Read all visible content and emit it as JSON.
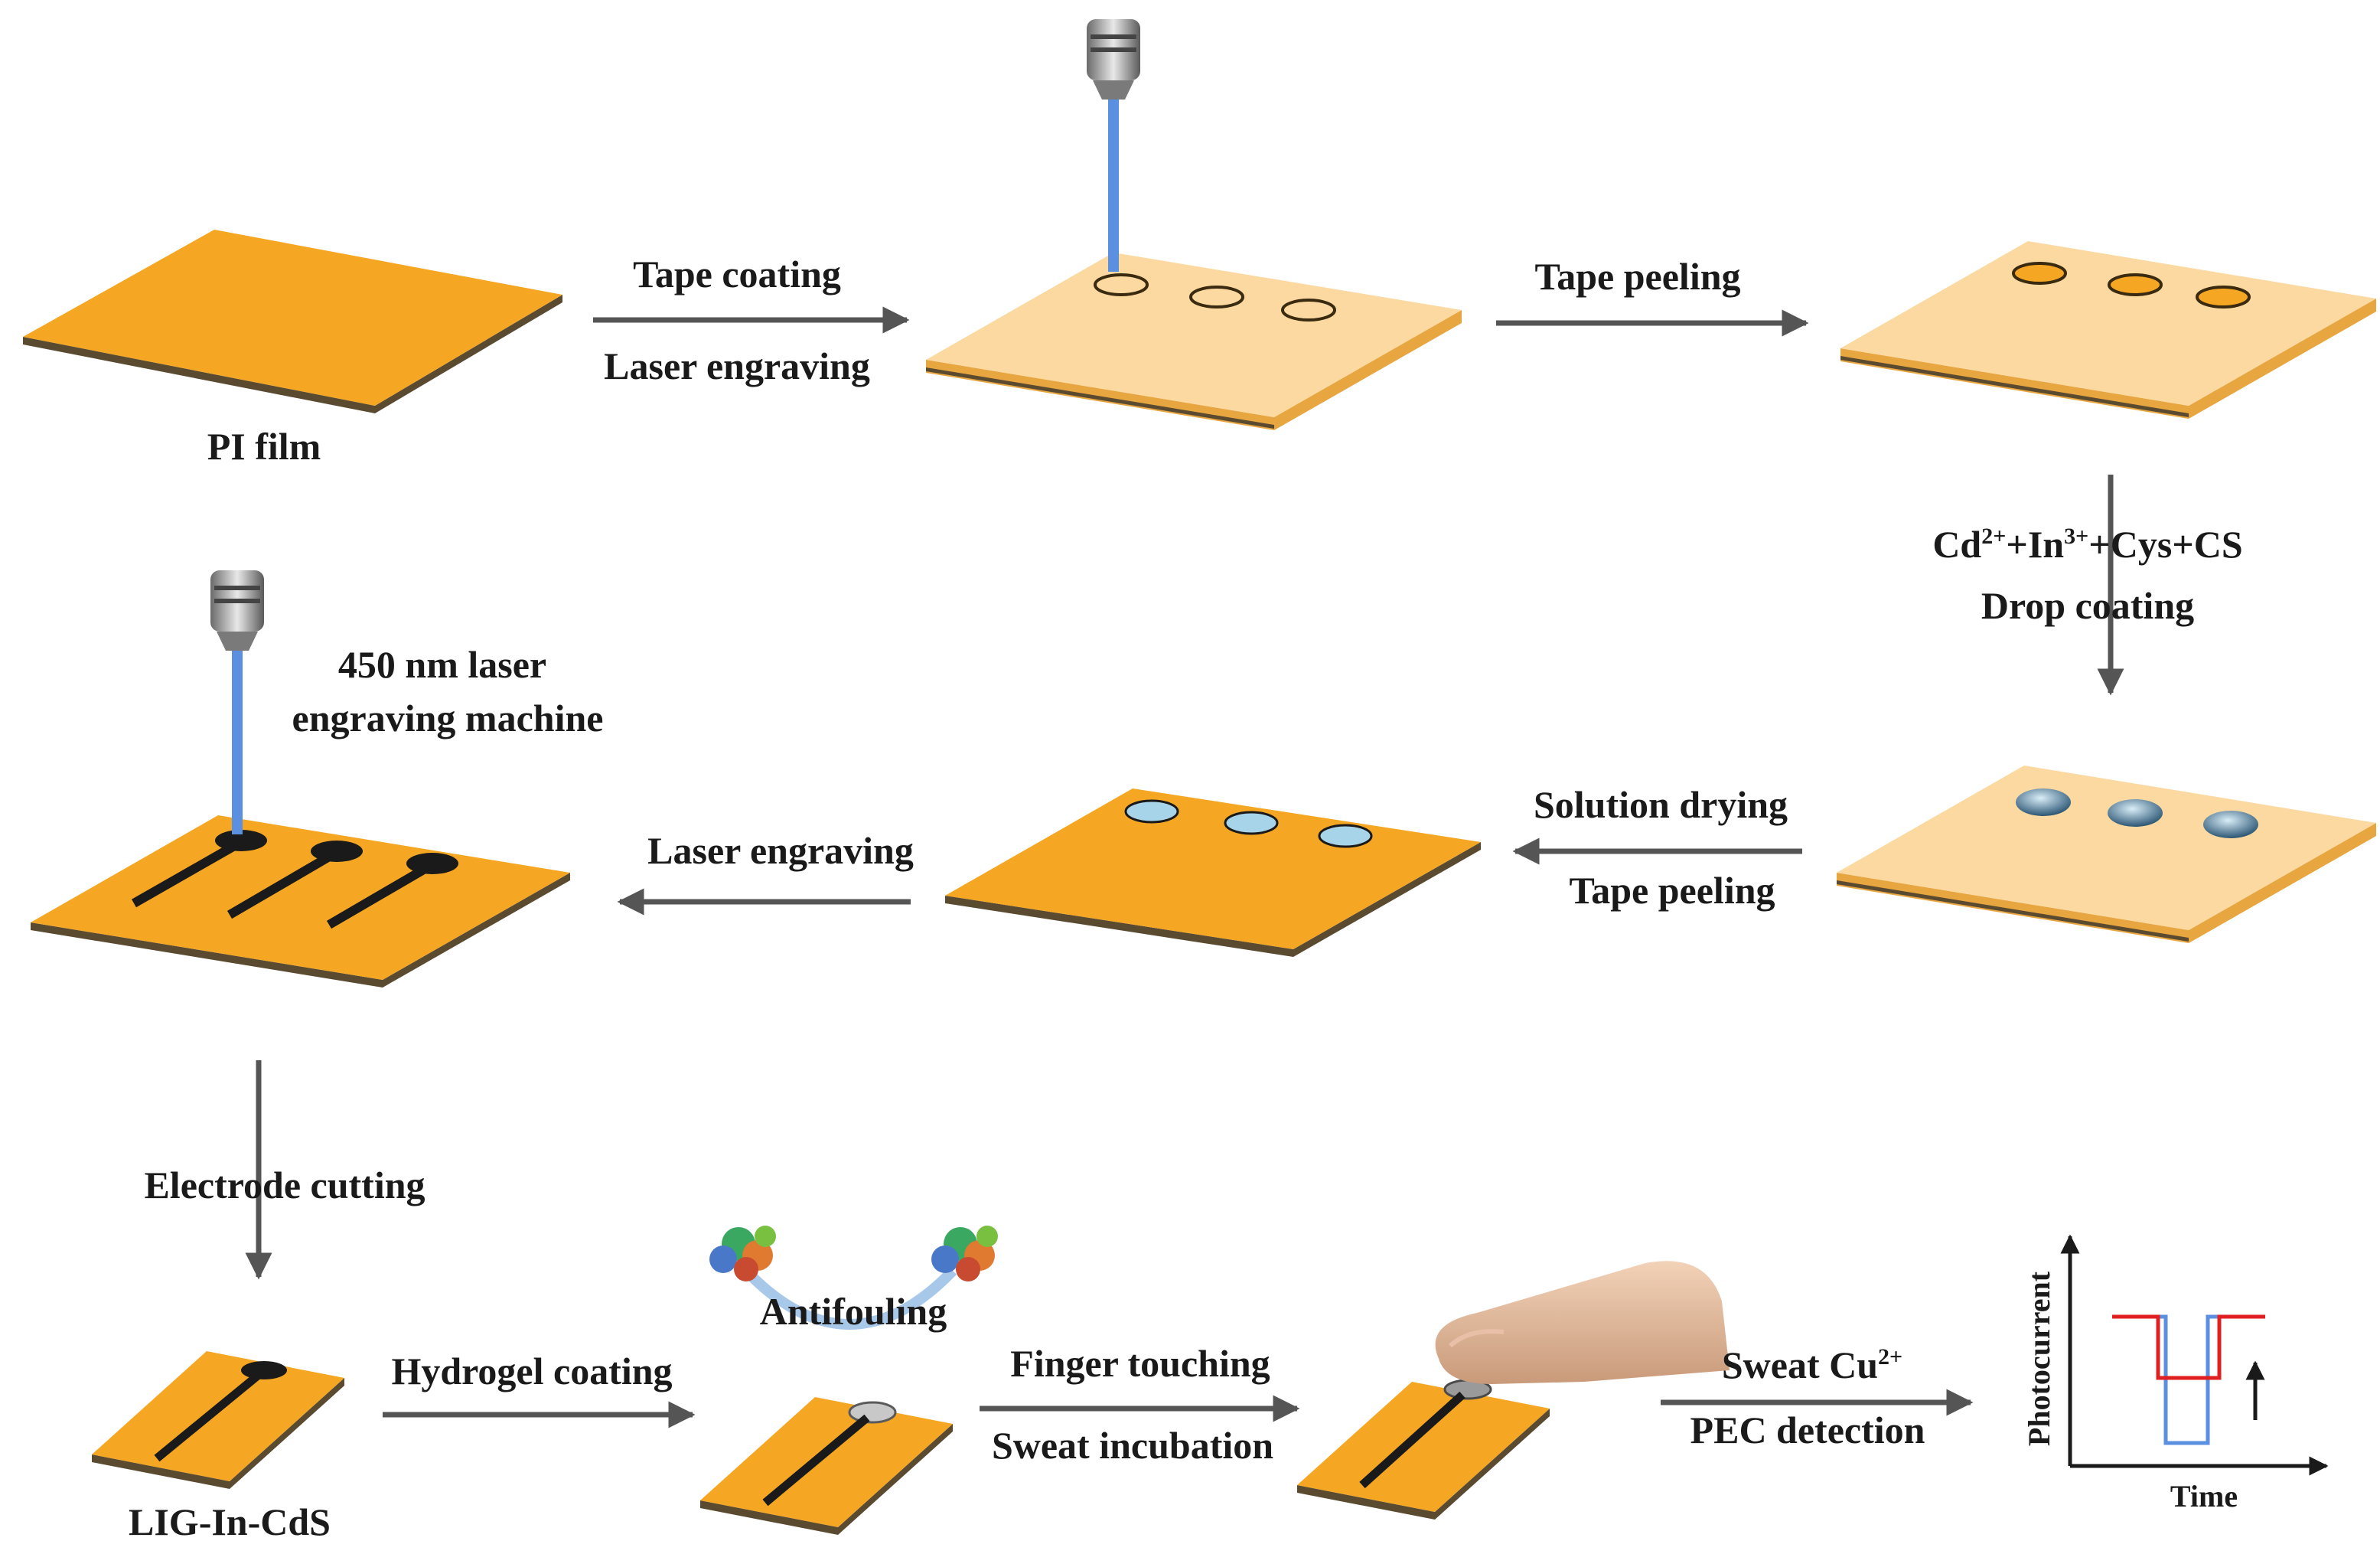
{
  "labels": {
    "pi_film": "PI film",
    "tape_coating": "Tape coating",
    "laser_engraving_1": "Laser engraving",
    "tape_peeling_1": "Tape peeling",
    "drop_line1_cd": "Cd",
    "drop_line1_cd_sup": "2+",
    "drop_line1_in": "+In",
    "drop_line1_in_sup": "3+",
    "drop_line1_rest": "+Cys+CS",
    "drop_coating": "Drop coating",
    "laser_machine_line1": "450 nm laser",
    "laser_machine_line2": "engraving machine",
    "solution_drying": "Solution drying",
    "tape_peeling_2": "Tape peeling",
    "laser_engraving_2": "Laser engraving",
    "electrode_cutting": "Electrode cutting",
    "lig_in_cds": "LIG-In-CdS",
    "hydrogel_coating": "Hydrogel coating",
    "antifouling": "Antifouling",
    "finger_touching": "Finger touching",
    "sweat_incubation": "Sweat incubation",
    "sweat_cu": "Sweat Cu",
    "sweat_cu_sup": "2+",
    "pec_detection": "PEC detection",
    "ylabel": "Photocurrent",
    "xlabel": "Time"
  },
  "colors": {
    "film_top": "#f5a623",
    "film_edge": "#5a4a30",
    "tape_top": "#fbd9a0",
    "tape_edge": "#e8a640",
    "arrow": "#555555",
    "laser": "#5b8fe0",
    "trace": "#1a1a1a",
    "droplet": "#a8d4ea",
    "red_curve": "#e02020",
    "blue_curve": "#5b8fe0"
  }
}
